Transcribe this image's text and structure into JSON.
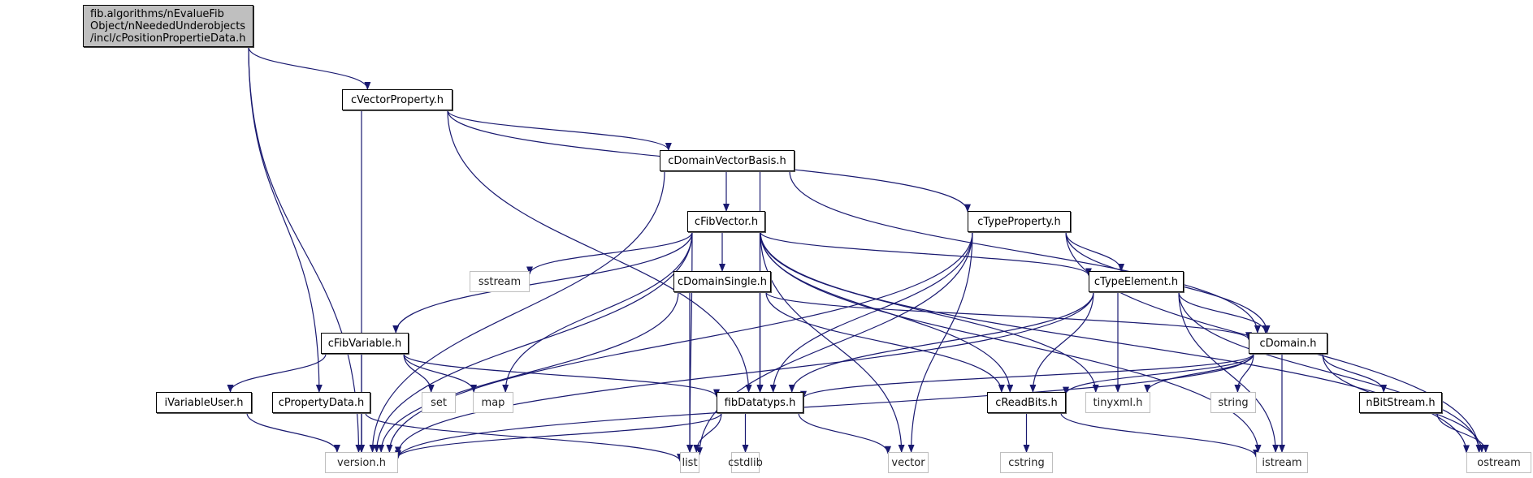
{
  "diagram": {
    "type": "include-dependency-graph",
    "edge_color": "#191970",
    "root_fill": "#bfbfbf",
    "external_border": "#bfbfbf",
    "nodes": [
      {
        "id": "root",
        "label": "fib.algorithms/nEvalueFib\nObject/nNeededUnderobjects\n/incl/cPositionPropertieData.h",
        "kind": "root"
      },
      {
        "id": "cVectorProperty",
        "label": "cVectorProperty.h",
        "kind": "internal"
      },
      {
        "id": "cDomainVectorBasis",
        "label": "cDomainVectorBasis.h",
        "kind": "internal"
      },
      {
        "id": "cFibVector",
        "label": "cFibVector.h",
        "kind": "internal"
      },
      {
        "id": "cTypeProperty",
        "label": "cTypeProperty.h",
        "kind": "internal"
      },
      {
        "id": "sstream",
        "label": "sstream",
        "kind": "external"
      },
      {
        "id": "cDomainSingle",
        "label": "cDomainSingle.h",
        "kind": "internal"
      },
      {
        "id": "cTypeElement",
        "label": "cTypeElement.h",
        "kind": "internal"
      },
      {
        "id": "cFibVariable",
        "label": "cFibVariable.h",
        "kind": "internal"
      },
      {
        "id": "cDomain",
        "label": "cDomain.h",
        "kind": "internal"
      },
      {
        "id": "iVariableUser",
        "label": "iVariableUser.h",
        "kind": "internal"
      },
      {
        "id": "cPropertyData",
        "label": "cPropertyData.h",
        "kind": "internal"
      },
      {
        "id": "set",
        "label": "set",
        "kind": "external"
      },
      {
        "id": "map",
        "label": "map",
        "kind": "external"
      },
      {
        "id": "fibDatatyps",
        "label": "fibDatatyps.h",
        "kind": "internal"
      },
      {
        "id": "cReadBits",
        "label": "cReadBits.h",
        "kind": "internal"
      },
      {
        "id": "tinyxml",
        "label": "tinyxml.h",
        "kind": "external"
      },
      {
        "id": "string",
        "label": "string",
        "kind": "external"
      },
      {
        "id": "nBitStream",
        "label": "nBitStream.h",
        "kind": "internal"
      },
      {
        "id": "version",
        "label": "version.h",
        "kind": "external"
      },
      {
        "id": "list",
        "label": "list",
        "kind": "external"
      },
      {
        "id": "cstdlib",
        "label": "cstdlib",
        "kind": "external"
      },
      {
        "id": "vector",
        "label": "vector",
        "kind": "external"
      },
      {
        "id": "cstring",
        "label": "cstring",
        "kind": "external"
      },
      {
        "id": "istream",
        "label": "istream",
        "kind": "external"
      },
      {
        "id": "ostream",
        "label": "ostream",
        "kind": "external"
      }
    ],
    "edges": [
      [
        "root",
        "cVectorProperty"
      ],
      [
        "root",
        "version"
      ],
      [
        "root",
        "cPropertyData"
      ],
      [
        "cVectorProperty",
        "cDomainVectorBasis"
      ],
      [
        "cVectorProperty",
        "cTypeProperty"
      ],
      [
        "cVectorProperty",
        "version"
      ],
      [
        "cVectorProperty",
        "fibDatatyps"
      ],
      [
        "cDomainVectorBasis",
        "cFibVector"
      ],
      [
        "cDomainVectorBasis",
        "version"
      ],
      [
        "cDomainVectorBasis",
        "fibDatatyps"
      ],
      [
        "cDomainVectorBasis",
        "cDomain"
      ],
      [
        "cFibVector",
        "sstream"
      ],
      [
        "cFibVector",
        "cDomainSingle"
      ],
      [
        "cFibVector",
        "cTypeElement"
      ],
      [
        "cFibVector",
        "cFibVariable"
      ],
      [
        "cFibVector",
        "version"
      ],
      [
        "cFibVector",
        "map"
      ],
      [
        "cFibVector",
        "fibDatatyps"
      ],
      [
        "cFibVector",
        "list"
      ],
      [
        "cFibVector",
        "vector"
      ],
      [
        "cFibVector",
        "cReadBits"
      ],
      [
        "cFibVector",
        "tinyxml"
      ],
      [
        "cFibVector",
        "istream"
      ],
      [
        "cFibVector",
        "ostream"
      ],
      [
        "cTypeProperty",
        "cTypeElement"
      ],
      [
        "cTypeProperty",
        "cDomain"
      ],
      [
        "cTypeProperty",
        "fibDatatyps"
      ],
      [
        "cTypeProperty",
        "version"
      ],
      [
        "cTypeProperty",
        "list"
      ],
      [
        "cTypeProperty",
        "vector"
      ],
      [
        "cTypeProperty",
        "ostream"
      ],
      [
        "cDomainSingle",
        "cDomain"
      ],
      [
        "cDomainSingle",
        "fibDatatyps"
      ],
      [
        "cDomainSingle",
        "version"
      ],
      [
        "cDomainSingle",
        "list"
      ],
      [
        "cDomainSingle",
        "cReadBits"
      ],
      [
        "cTypeElement",
        "cDomain"
      ],
      [
        "cTypeElement",
        "fibDatatyps"
      ],
      [
        "cTypeElement",
        "cReadBits"
      ],
      [
        "cTypeElement",
        "tinyxml"
      ],
      [
        "cTypeElement",
        "version"
      ],
      [
        "cTypeElement",
        "istream"
      ],
      [
        "cTypeElement",
        "ostream"
      ],
      [
        "cFibVariable",
        "iVariableUser"
      ],
      [
        "cFibVariable",
        "set"
      ],
      [
        "cFibVariable",
        "map"
      ],
      [
        "cFibVariable",
        "fibDatatyps"
      ],
      [
        "cFibVariable",
        "version"
      ],
      [
        "cDomain",
        "fibDatatyps"
      ],
      [
        "cDomain",
        "cReadBits"
      ],
      [
        "cDomain",
        "tinyxml"
      ],
      [
        "cDomain",
        "string"
      ],
      [
        "cDomain",
        "nBitStream"
      ],
      [
        "cDomain",
        "istream"
      ],
      [
        "cDomain",
        "ostream"
      ],
      [
        "cDomain",
        "version"
      ],
      [
        "iVariableUser",
        "version"
      ],
      [
        "cPropertyData",
        "version"
      ],
      [
        "cPropertyData",
        "list"
      ],
      [
        "fibDatatyps",
        "version"
      ],
      [
        "fibDatatyps",
        "list"
      ],
      [
        "fibDatatyps",
        "cstdlib"
      ],
      [
        "fibDatatyps",
        "vector"
      ],
      [
        "cReadBits",
        "cstring"
      ],
      [
        "cReadBits",
        "istream"
      ],
      [
        "nBitStream",
        "ostream"
      ]
    ]
  }
}
